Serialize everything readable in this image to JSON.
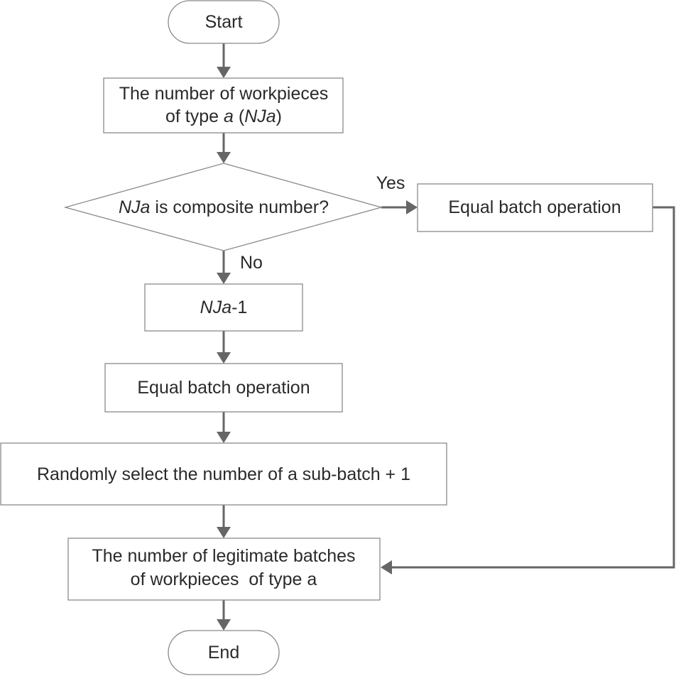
{
  "start": {
    "label": "Start"
  },
  "count_box": {
    "line1": "The number of workpieces",
    "line2_prefix": "of type ",
    "line2_italic_a": "a",
    "line2_paren_open": " (",
    "line2_italic_nja": "NJa",
    "line2_paren_close": ")"
  },
  "decision": {
    "italic_part": "NJa",
    "rest": " is composite number?",
    "yes_label": "Yes",
    "no_label": "No"
  },
  "equal_batch_right": {
    "label": "Equal batch operation"
  },
  "decrement_box": {
    "italic_part": "NJa",
    "rest": "-1"
  },
  "equal_batch_left": {
    "label": "Equal batch operation"
  },
  "random_box": {
    "label": "Randomly select the number of a sub-batch + 1"
  },
  "result_box": {
    "line1": "The number of legitimate batches",
    "line2": "of workpieces  of type a"
  },
  "end": {
    "label": "End"
  }
}
